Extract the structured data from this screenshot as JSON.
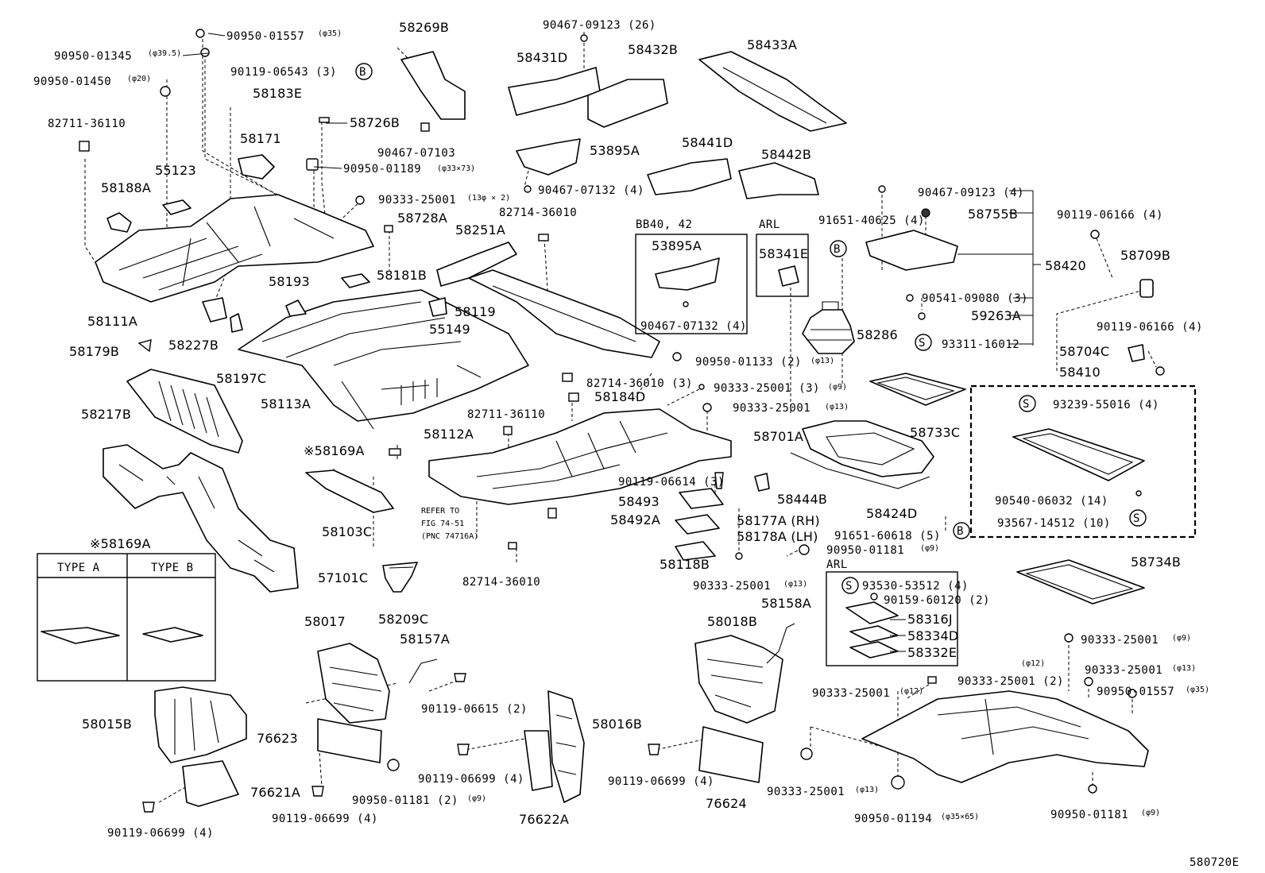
{
  "diagram_id": "580720E",
  "labels": {
    "l90950_01557_top": "90950-01557",
    "l90950_01557_top_dim": "(φ35)",
    "l90950_01345": "90950-01345",
    "l90950_01345_dim": "(φ39.5)",
    "l90950_01450": "90950-01450",
    "l90950_01450_dim": "(φ20)",
    "l82711_36110_top": "82711-36110",
    "l90119_06543": "90119-06543 (3)",
    "l58269B": "58269B",
    "l58183E": "58183E",
    "l58726B": "58726B",
    "l90467_07103": "90467-07103",
    "l58171": "58171",
    "l90950_01189": "90950-01189",
    "l90950_01189_dim": "(φ33×73)",
    "l55123": "55123",
    "l58188A": "58188A",
    "l90333_25001_13x2": "90333-25001",
    "l90333_25001_13x2_dim": "(13φ × 2)",
    "l58728A": "58728A",
    "l58251A": "58251A",
    "l58111A": "58111A",
    "l58193": "58193",
    "l58181B": "58181B",
    "l58119": "58119",
    "l55149": "55149",
    "l58227B": "58227B",
    "l58179B": "58179B",
    "l58197C": "58197C",
    "l58113A": "58113A",
    "l58217B": "58217B",
    "l58169A_a": "※58169A",
    "l58112A": "58112A",
    "l58103C": "58103C",
    "l57101C": "57101C",
    "l58209C": "58209C",
    "l58169A_box": "※58169A",
    "type_a": "TYPE A",
    "type_b": "TYPE B",
    "l58017": "58017",
    "l58157A": "58157A",
    "l90119_06615": "90119-06615 (2)",
    "l58015B": "58015B",
    "l76623": "76623",
    "l76621A": "76621A",
    "l90119_06699_a": "90119-06699 (4)",
    "l90119_06699_b": "90119-06699 (4)",
    "l90119_06699_c": "90119-06699 (4)",
    "l90119_06699_d": "90119-06699 (4)",
    "l90950_01181_2": "90950-01181 (2)",
    "l90950_01181_2_dim": "(φ9)",
    "l58016B": "58016B",
    "l76622A": "76622A",
    "l90467_09123_26": "90467-09123 (26)",
    "l58431D": "58431D",
    "l58432B": "58432B",
    "l58433A": "58433A",
    "l53895A": "53895A",
    "l90467_07132_4": "90467-07132 (4)",
    "l82714_36010_a": "82714-36010",
    "l58441D": "58441D",
    "l58442B": "58442B",
    "bb40": "BB40, 42",
    "l53895A_box": "53895A",
    "l90467_07132_box": "90467-07132 (4)",
    "arl_a": "ARL",
    "l91651_40625": "91651-40625 (4)",
    "l58341E": "58341E",
    "l58286": "58286",
    "l90950_01133": "90950-01133 (2)",
    "l90950_01133_dim": "(φ13)",
    "l82714_36010_3": "82714-36010 (3)",
    "l90333_25001_3": "90333-25001 (3)",
    "l90333_25001_3_dim": "(φ9)",
    "l58184D": "58184D",
    "l90333_25001_13a": "90333-25001",
    "l90333_25001_13a_dim": "(φ13)",
    "l82711_36110_mid": "82711-36110",
    "refer_1": "REFER TO",
    "refer_2": "FIG 74-51",
    "refer_3": "(PNC 74716A)",
    "l82714_36010_b": "82714-36010",
    "l90119_06614": "90119-06614 (3)",
    "l58493": "58493",
    "l58492A": "58492A",
    "l58118B": "58118B",
    "l58177A": "58177A (RH)",
    "l58178A": "58178A (LH)",
    "l90333_25001_13b": "90333-25001",
    "l90333_25001_13b_dim": "(φ13)",
    "l58158A": "58158A",
    "l58018B": "58018B",
    "l76624": "76624",
    "l90333_25001_13c": "90333-25001",
    "l90333_25001_13c_dim": "(φ13)",
    "l90950_01194": "90950-01194",
    "l90950_01194_dim": "(φ35×65)",
    "l58701A": "58701A",
    "l58733C": "58733C",
    "l58444B": "58444B",
    "l58424D": "58424D",
    "l91651_60618": "91651-60618 (5)",
    "l90950_01181_a": "90950-01181",
    "l90950_01181_a_dim": "(φ9)",
    "arl_b": "ARL",
    "l93530_53512": "93530-53512 (4)",
    "l90159_60120": "90159-60120 (2)",
    "l58316J": "58316J",
    "l58334D": "58334D",
    "l58332E": "58332E",
    "l90467_09123_4": "90467-09123 (4)",
    "l58755B": "58755B",
    "l58420": "58420",
    "l90541_09080": "90541-09080 (3)",
    "l59263A": "59263A",
    "l93311_16012": "93311-16012",
    "l90119_06166_a": "90119-06166 (4)",
    "l58709B": "58709B",
    "l90119_06166_b": "90119-06166 (4)",
    "l58704C": "58704C",
    "l58410": "58410",
    "l93239_55016": "93239-55016 (4)",
    "l90540_06032": "90540-06032 (14)",
    "l93567_14512": "93567-14512 (10)",
    "l58734B": "58734B",
    "l90333_25001_9": "90333-25001",
    "l90333_25001_9_dim": "(φ9)",
    "l_phi12": "(φ12)",
    "l90333_25001_13d": "90333-25001",
    "l90333_25001_13d_dim": "(φ13)",
    "l90333_25001_2": "90333-25001 (2)",
    "l90333_25001_12": "90333-25001",
    "l90333_25001_12_dim": "(φ12)",
    "l90950_01557_b": "90950-01557",
    "l90950_01557_b_dim": "(φ35)",
    "l90950_01181_b": "90950-01181",
    "l90950_01181_b_dim": "(φ9)",
    "marker_B": "B",
    "marker_S": "S"
  }
}
